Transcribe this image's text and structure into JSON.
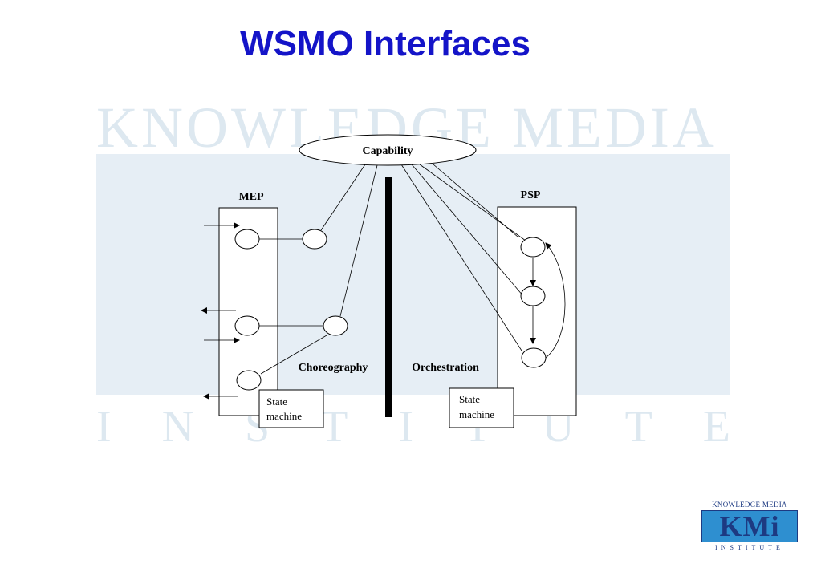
{
  "slide": {
    "title": "WSMO Interfaces"
  },
  "watermark": {
    "top": "KNOWLEDGE MEDIA",
    "bottom": [
      "I",
      "N",
      "S",
      "T",
      "I",
      "T",
      "U",
      "T",
      "E"
    ]
  },
  "diagram": {
    "capability": "Capability",
    "mep": "MEP",
    "psp": "PSP",
    "choreography": "Choreography",
    "orchestration": "Orchestration",
    "state_machine_left": [
      "State",
      "machine"
    ],
    "state_machine_right": [
      "State",
      "machine"
    ]
  },
  "logo": {
    "top": "KNOWLEDGE MEDIA",
    "mark": "KMi",
    "bottom": "INSTITUTE"
  },
  "colors": {
    "title": "#1414c8",
    "watermark": "#dde8f0",
    "logo_blue": "#2e8fd0",
    "logo_dark": "#1d3a82"
  }
}
